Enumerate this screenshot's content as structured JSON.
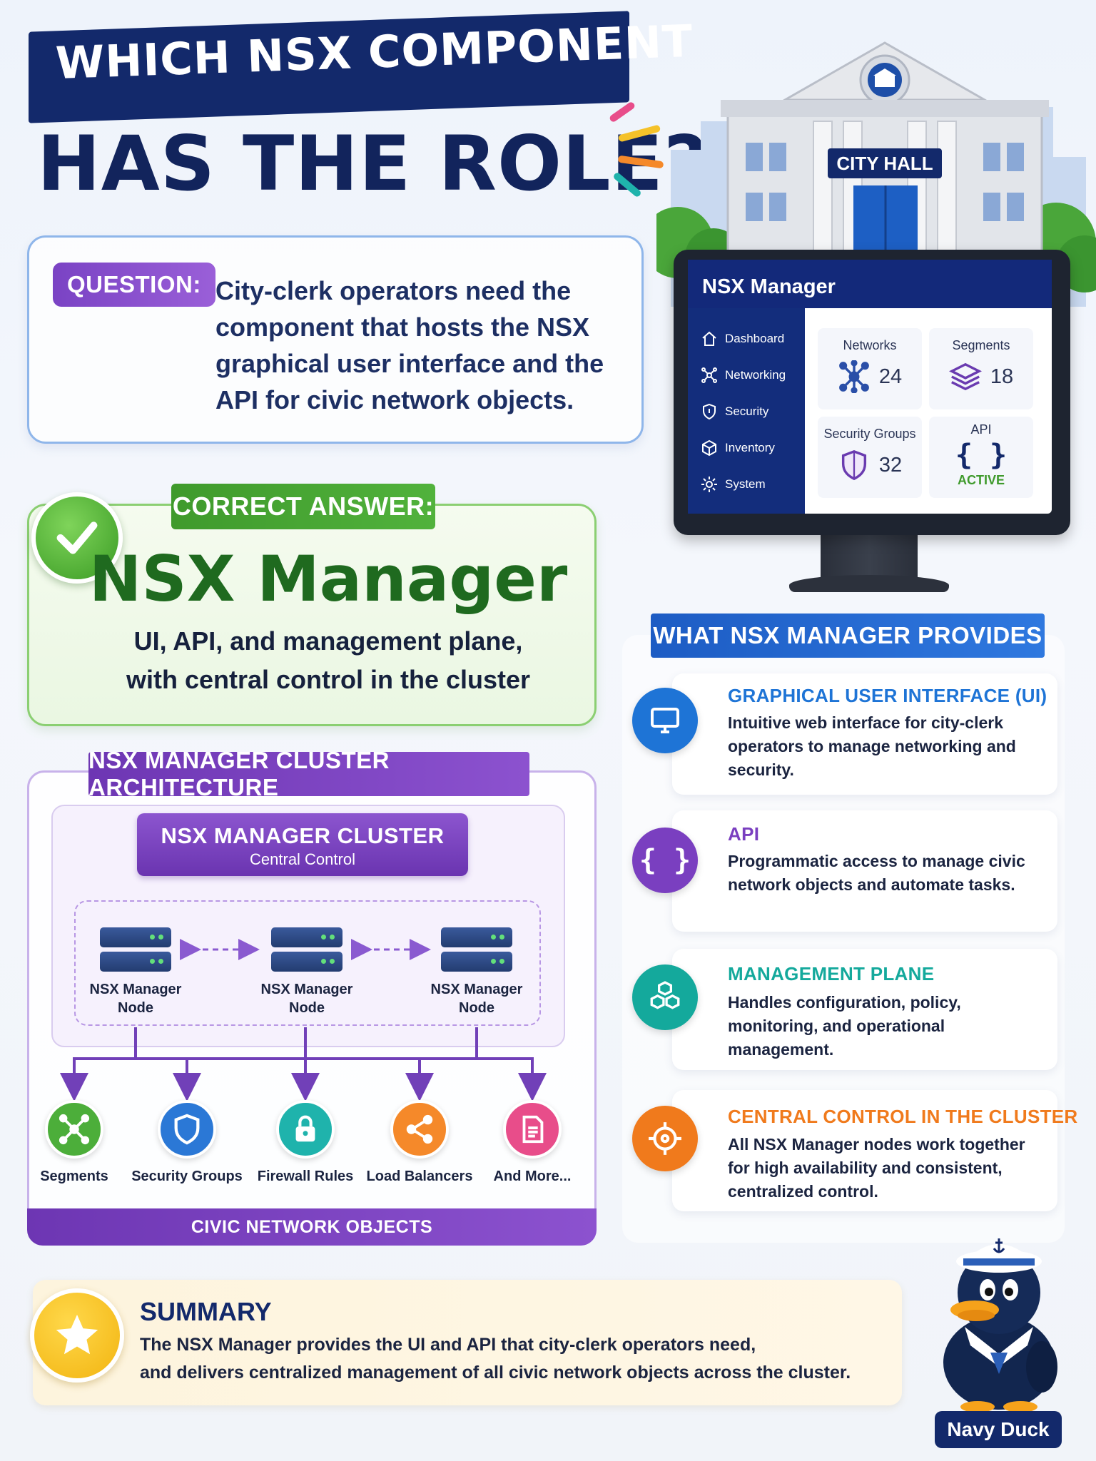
{
  "title": {
    "line1": "WHICH NSX COMPONENT",
    "line2": "HAS THE ROLE?"
  },
  "illustration": {
    "building_sign": "CITY HALL",
    "monitor": {
      "header": "NSX Manager",
      "nav": [
        {
          "label": "Dashboard",
          "icon": "home-icon"
        },
        {
          "label": "Networking",
          "icon": "network-icon"
        },
        {
          "label": "Security",
          "icon": "shield-icon"
        },
        {
          "label": "Inventory",
          "icon": "box-icon"
        },
        {
          "label": "System",
          "icon": "gear-icon"
        }
      ],
      "tiles": [
        {
          "label": "Networks",
          "value": "24",
          "icon": "network-icon"
        },
        {
          "label": "Segments",
          "value": "18",
          "icon": "layers-icon"
        },
        {
          "label": "Security Groups",
          "value": "32",
          "icon": "shield-icon"
        },
        {
          "label": "API",
          "value": "ACTIVE",
          "icon": "braces-icon"
        }
      ]
    }
  },
  "question": {
    "tag": "QUESTION:",
    "text": "City-clerk operators need the component that hosts the NSX graphical user interface and the API for civic network objects."
  },
  "answer": {
    "tag": "CORRECT ANSWER:",
    "main": "NSX Manager",
    "sub_line1": "UI, API, and management plane,",
    "sub_line2": "with central control in the cluster"
  },
  "architecture": {
    "tag": "NSX MANAGER CLUSTER ARCHITECTURE",
    "cluster_title": "NSX MANAGER CLUSTER",
    "cluster_sub": "Central Control",
    "nodes": [
      {
        "line1": "NSX Manager",
        "line2": "Node"
      },
      {
        "line1": "NSX Manager",
        "line2": "Node"
      },
      {
        "line1": "NSX Manager",
        "line2": "Node"
      }
    ],
    "objects": [
      {
        "label": "Segments",
        "icon": "segments-icon",
        "color": "#4cae3a"
      },
      {
        "label": "Security Groups",
        "icon": "shield-icon",
        "color": "#2b78d6"
      },
      {
        "label": "Firewall Rules",
        "icon": "lock-icon",
        "color": "#1fb3ac"
      },
      {
        "label": "Load Balancers",
        "icon": "share-icon",
        "color": "#f5892a"
      },
      {
        "label": "And More...",
        "icon": "document-icon",
        "color": "#e84d8a"
      }
    ],
    "footer": "CIVIC NETWORK OBJECTS"
  },
  "provides": {
    "tag": "WHAT NSX MANAGER PROVIDES",
    "items": [
      {
        "title": "GRAPHICAL USER INTERFACE (UI)",
        "desc": "Intuitive web interface for city-clerk operators to manage networking and security.",
        "icon": "monitor-icon",
        "color": "#1e74d6"
      },
      {
        "title": "API",
        "desc": "Programmatic access to manage civic network objects and automate tasks.",
        "icon": "braces-icon",
        "color": "#7a3fc0"
      },
      {
        "title": "MANAGEMENT PLANE",
        "desc": "Handles configuration, policy, monitoring, and operational management.",
        "icon": "cubes-icon",
        "color": "#14a99c"
      },
      {
        "title": "CENTRAL CONTROL IN THE CLUSTER",
        "desc": "All NSX Manager nodes work together for high availability and consistent, centralized control.",
        "icon": "crosshair-icon",
        "color": "#f07a1c"
      }
    ]
  },
  "summary": {
    "title": "SUMMARY",
    "line1": "The NSX Manager provides the UI and API that city-clerk operators need,",
    "line2": "and delivers centralized management of all civic network objects across the cluster."
  },
  "mascot": {
    "name": "Navy Duck"
  }
}
